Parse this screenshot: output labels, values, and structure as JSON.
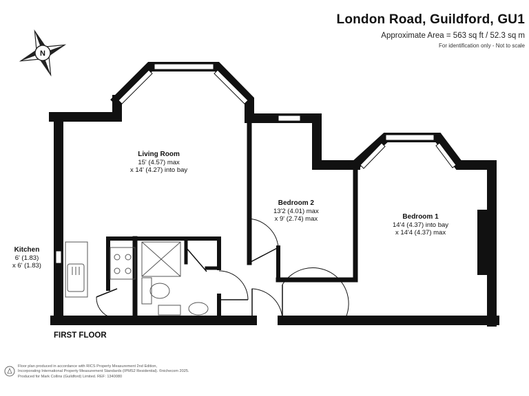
{
  "header": {
    "title": "London Road, Guildford, GU1",
    "area": "Approximate Area = 563 sq ft / 52.3 sq m",
    "note": "For identification only - Not to scale"
  },
  "compass": {
    "label": "N"
  },
  "rooms": {
    "living": {
      "name": "Living Room",
      "dim1": "15' (4.57) max",
      "dim2": "x 14' (4.27) into bay"
    },
    "bedroom2": {
      "name": "Bedroom 2",
      "dim1": "13'2 (4.01) max",
      "dim2": "x 9' (2.74) max"
    },
    "bedroom1": {
      "name": "Bedroom 1",
      "dim1": "14'4 (4.37) into bay",
      "dim2": "x 14'4 (4.37) max"
    },
    "kitchen": {
      "name": "Kitchen",
      "dim1": "6' (1.83)",
      "dim2": "x 6' (1.83)"
    }
  },
  "floor_label": "FIRST FLOOR",
  "footer": {
    "line1": "Floor plan produced in accordance with RICS Property Measurement 2nd Edition,",
    "line2": "Incorporating International Property Measurement Standards (IPMS2 Residential).  ©nichecom 2025.",
    "line3": "Produced for Mark Collins (Guildford) Limited.   REF:  1340080"
  },
  "colors": {
    "wall": "#111111",
    "window": "#ffffff",
    "fixture": "#555555"
  }
}
